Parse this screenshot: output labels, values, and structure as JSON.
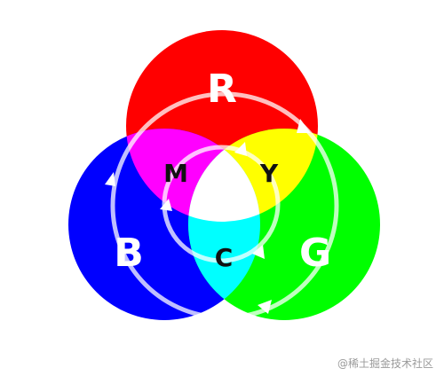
{
  "labels": {
    "red": "R",
    "green": "G",
    "blue": "B",
    "magenta": "M",
    "yellow": "Y",
    "cyan": "C"
  },
  "colors": {
    "red": "#ff0000",
    "green": "#00ff00",
    "blue": "#0000ff",
    "magenta": "#ff00ff",
    "yellow": "#ffff00",
    "cyan": "#00ffff",
    "white": "#ffffff",
    "ring": "#ffffff"
  },
  "watermark": "@稀土掘金技术社区"
}
